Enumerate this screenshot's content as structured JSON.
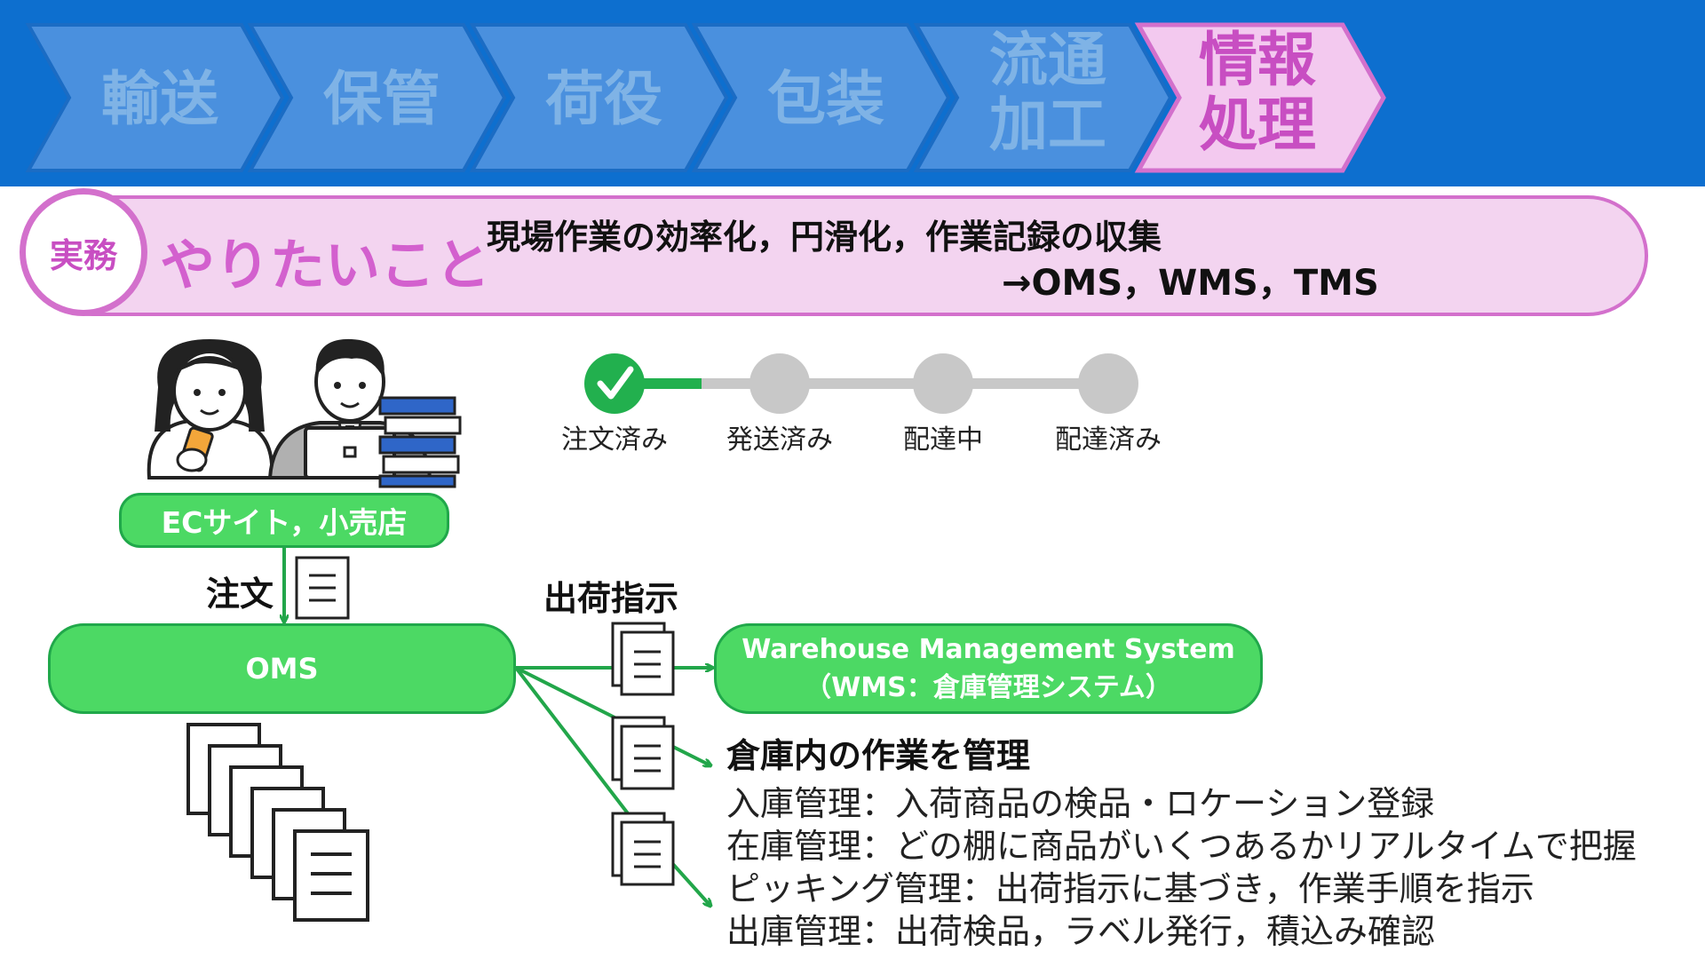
{
  "header": {
    "stages": [
      {
        "label_lines": [
          "輸送"
        ],
        "active": false
      },
      {
        "label_lines": [
          "保管"
        ],
        "active": false
      },
      {
        "label_lines": [
          "荷役"
        ],
        "active": false
      },
      {
        "label_lines": [
          "包装"
        ],
        "active": false
      },
      {
        "label_lines": [
          "流通",
          "加工"
        ],
        "active": false
      },
      {
        "label_lines": [
          "情報",
          "処理"
        ],
        "active": true
      }
    ]
  },
  "banner": {
    "badge": "実務",
    "title": "やりたいこと",
    "line1": "現場作業の効率化，円滑化，作業記録の収集",
    "line2": "→OMS，WMS，TMS"
  },
  "progress": {
    "steps": [
      "注文済み",
      "発送済み",
      "配達中",
      "配達済み"
    ],
    "completed": 1
  },
  "flow": {
    "ec_label": "ECサイト，小売店",
    "order_label": "注文",
    "oms_label": "OMS",
    "shipping_label": "出荷指示",
    "wms_line1": "Warehouse Management System",
    "wms_line2": "（WMS：倉庫管理システム）",
    "wms_heading": "倉庫内の作業を管理",
    "functions": [
      "入庫管理：入荷商品の検品・ロケーション登録",
      "在庫管理：どの棚に商品がいくつあるかリアルタイムで把握",
      "ピッキング管理：出荷指示に基づき，作業手順を指示",
      "出庫管理：出荷検品，ラベル発行，積込み確認"
    ]
  },
  "colors": {
    "header_blue": "#0d6fcf",
    "stage_blue": "#4a90de",
    "stage_active": "#f3c9ef",
    "banner_pink": "#f3d4f0",
    "accent_magenta": "#d370cc",
    "green": "#4cd964",
    "green_dark": "#20a84a",
    "step_done": "#22b04e",
    "step_pending": "#c8c8c8"
  }
}
